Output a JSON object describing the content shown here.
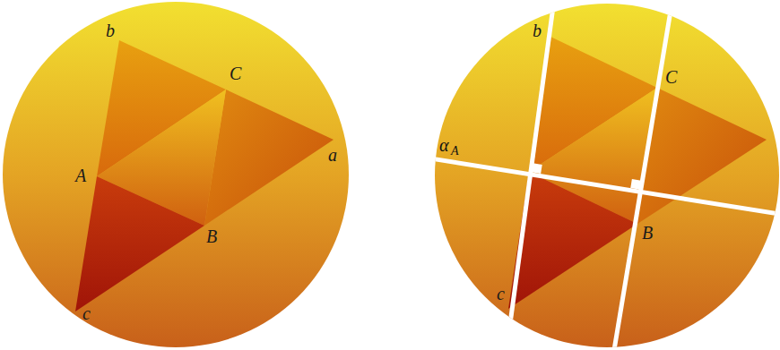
{
  "diagram": {
    "labels": [
      "b",
      "C",
      "A",
      "a",
      "B",
      "c",
      "b",
      "C",
      "α",
      "A",
      "c",
      "B"
    ]
  }
}
